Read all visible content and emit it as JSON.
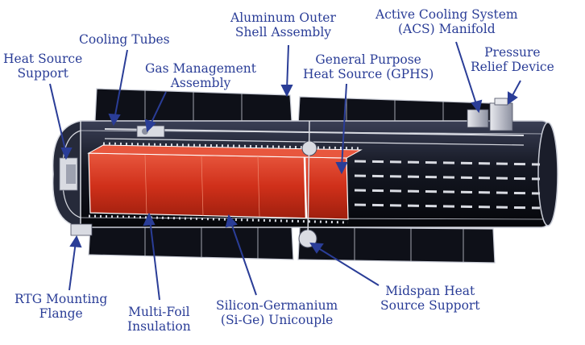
{
  "labels": {
    "heat_source_support": [
      "Heat Source",
      "Support"
    ],
    "cooling_tubes": [
      "Cooling Tubes"
    ],
    "gas_management_assembly": [
      "Gas Management",
      "Assembly"
    ],
    "aluminum_outer_shell_assembly": [
      "Aluminum Outer",
      "Shell Assembly"
    ],
    "general_purpose_heat_source": [
      "General Purpose",
      "Heat Source (GPHS)"
    ],
    "active_cooling_system_manifold": [
      "Active Cooling System",
      "(ACS) Manifold"
    ],
    "pressure_relief_device": [
      "Pressure",
      "Relief Device"
    ],
    "rtg_mounting_flange": [
      "RTG Mounting",
      "Flange"
    ],
    "multi_foil_insulation": [
      "Multi-Foil",
      "Insulation"
    ],
    "silicon_germanium_unicouple": [
      "Silicon-Germanium",
      "(Si-Ge) Unicouple"
    ],
    "midspan_heat_source_support": [
      "Midspan Heat",
      "Source Support"
    ]
  },
  "colors": {
    "label_text": "#2a3d97",
    "leader_line": "#2a3d97",
    "fin_dark": "#0e1018",
    "fin_mid": "#1c2030",
    "shell_outline": "#c9ccd6",
    "heat_source": "#d0301a",
    "heat_source_light": "#e8573e",
    "metal_light": "#d9dbe2"
  }
}
